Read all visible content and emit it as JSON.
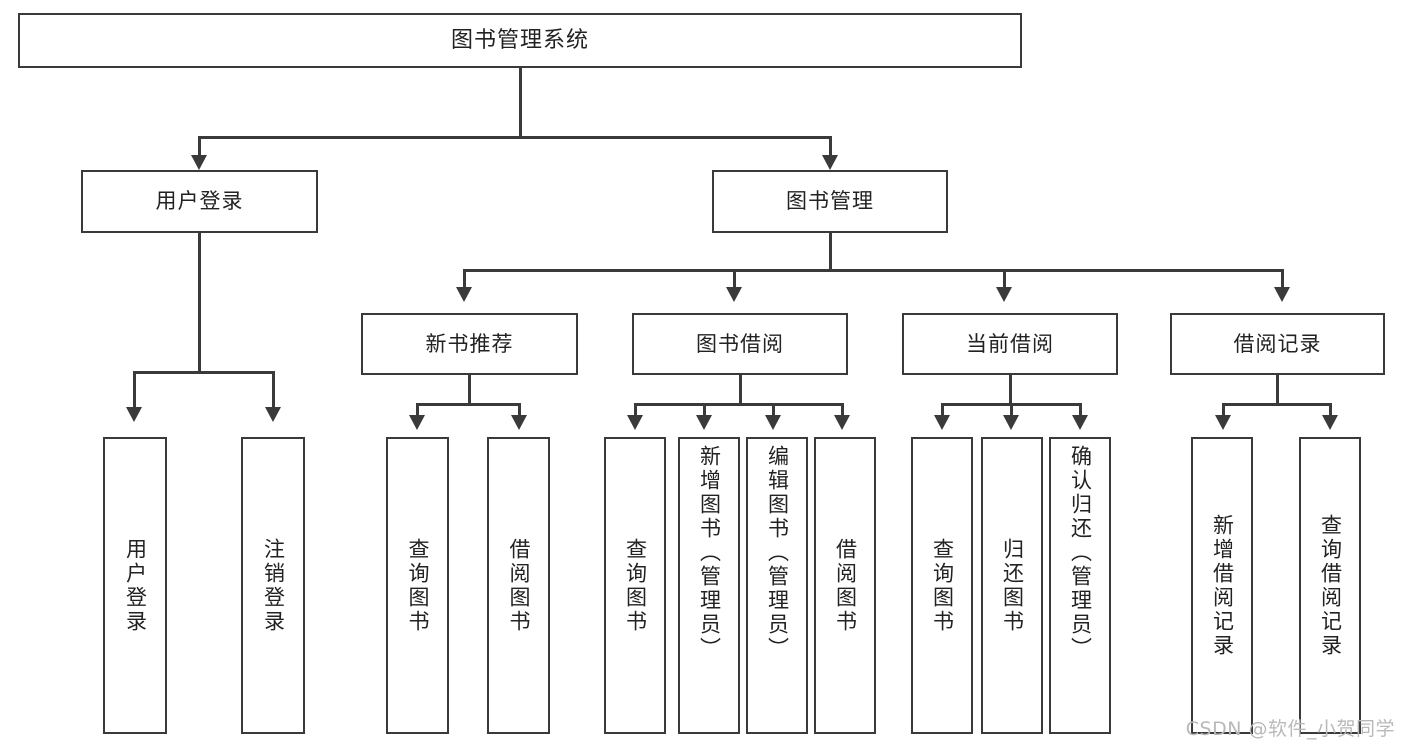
{
  "diagram": {
    "title": "图书管理系统",
    "type": "tree-hierarchy-diagram",
    "watermark": "CSDN @软件_小贺同学",
    "colors": {
      "box_border": "#3a3a3a",
      "box_fill": "#ffffff",
      "connector": "#3a3a3a",
      "text": "#222222",
      "watermark": "#b9b9b9",
      "background": "#ffffff"
    }
  },
  "nodes": {
    "root": {
      "label": "图书管理系统"
    },
    "level2": [
      {
        "label": "用户登录"
      },
      {
        "label": "图书管理"
      }
    ],
    "level3": [
      {
        "label": "新书推荐"
      },
      {
        "label": "图书借阅"
      },
      {
        "label": "当前借阅"
      },
      {
        "label": "借阅记录"
      }
    ],
    "leaves": {
      "user_login": [
        {
          "label": "用户登录"
        },
        {
          "label": "注销登录"
        }
      ],
      "new_book_recommend": [
        {
          "label": "查询图书"
        },
        {
          "label": "借阅图书"
        }
      ],
      "book_borrow": [
        {
          "label": "查询图书"
        },
        {
          "label": "新增图书（管理员）"
        },
        {
          "label": "编辑图书（管理员）"
        },
        {
          "label": "借阅图书"
        }
      ],
      "current_borrow": [
        {
          "label": "查询图书"
        },
        {
          "label": "归还图书"
        },
        {
          "label": "确认归还（管理员）"
        }
      ],
      "borrow_record": [
        {
          "label": "新增借阅记录"
        },
        {
          "label": "查询借阅记录"
        }
      ]
    }
  }
}
